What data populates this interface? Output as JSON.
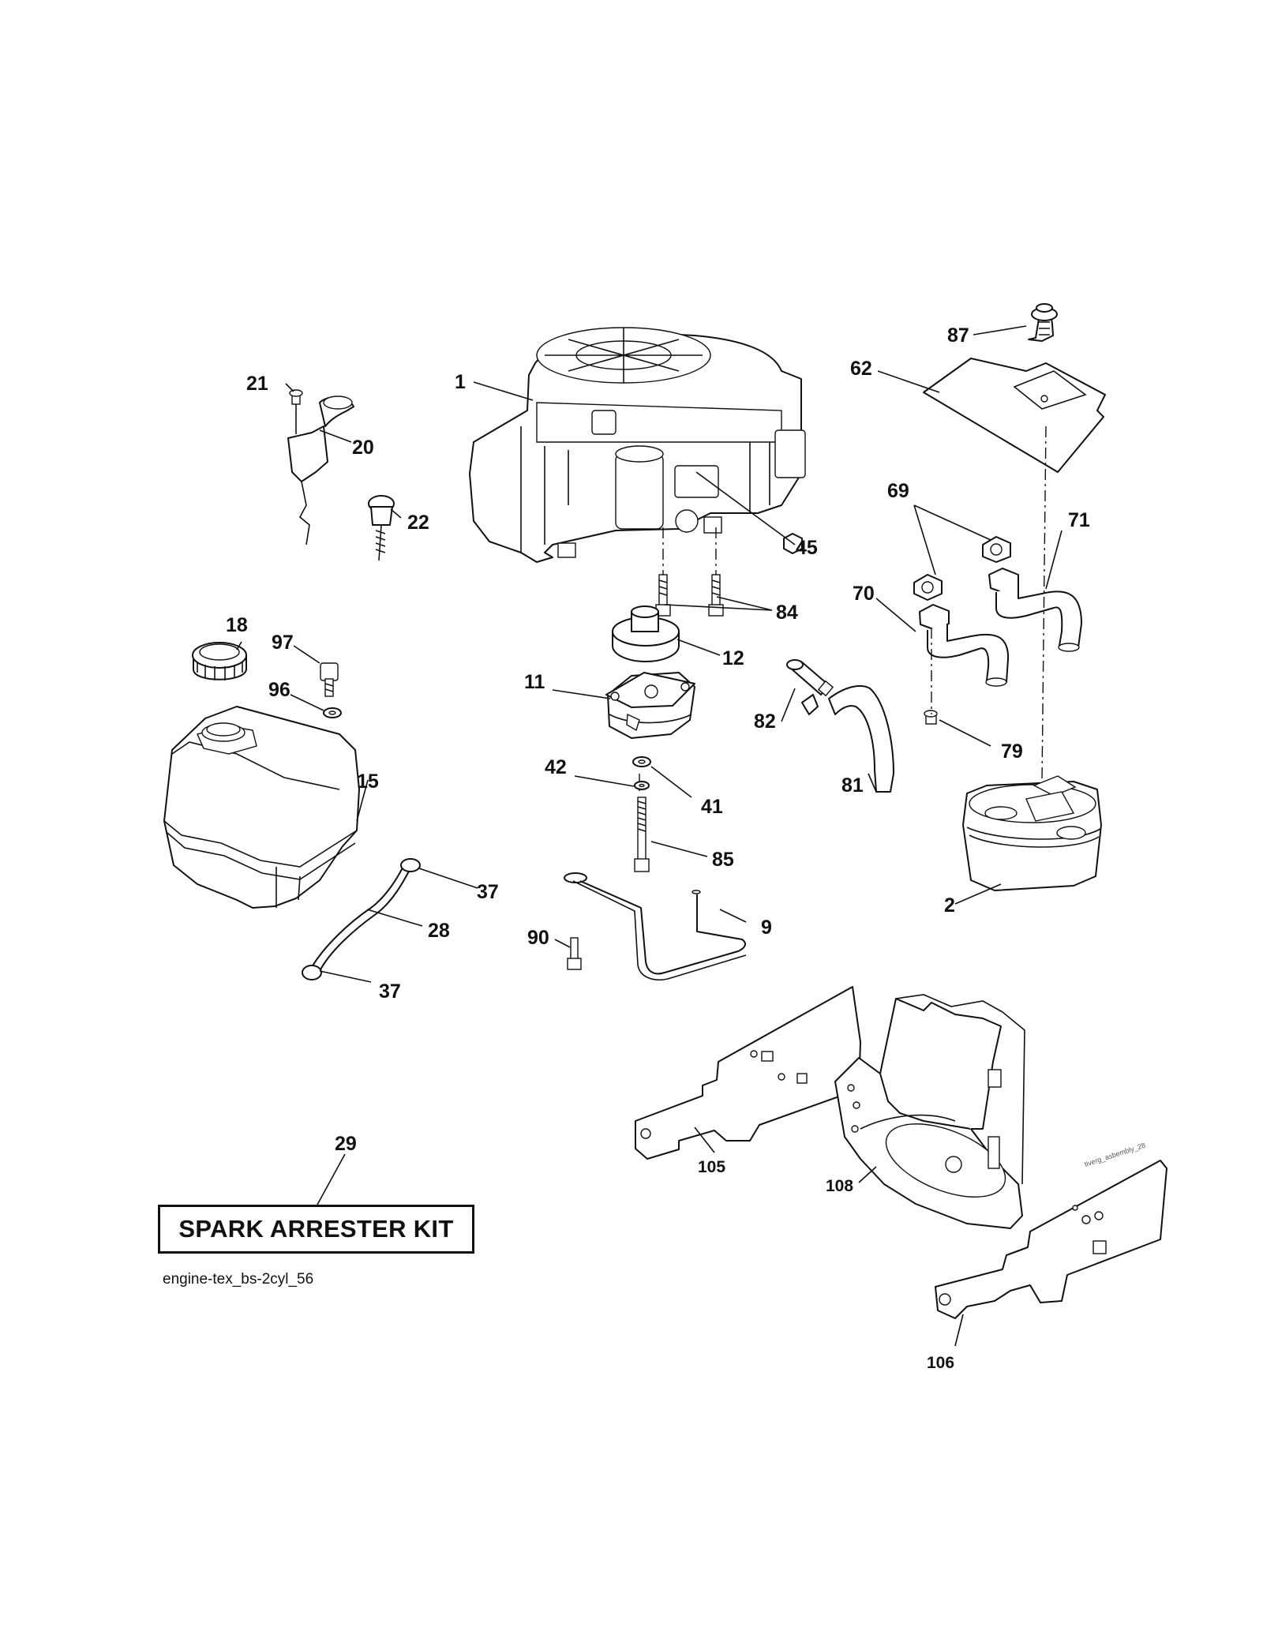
{
  "callouts": {
    "c1": "1",
    "c2": "2",
    "c9": "9",
    "c11": "11",
    "c12": "12",
    "c15": "15",
    "c18": "18",
    "c20": "20",
    "c21": "21",
    "c22": "22",
    "c28": "28",
    "c29": "29",
    "c37a": "37",
    "c37b": "37",
    "c41": "41",
    "c42": "42",
    "c45": "45",
    "c62": "62",
    "c69": "69",
    "c70": "70",
    "c71": "71",
    "c79": "79",
    "c81": "81",
    "c82": "82",
    "c84": "84",
    "c85": "85",
    "c87": "87",
    "c90": "90",
    "c96": "96",
    "c97": "97",
    "c105": "105",
    "c106": "106",
    "c108": "108"
  },
  "kit": {
    "label": "SPARK ARRESTER KIT"
  },
  "figure": {
    "id": "engine-tex_bs-2cyl_56"
  },
  "watermark": {
    "text": "tiverg_asbembly_28"
  }
}
